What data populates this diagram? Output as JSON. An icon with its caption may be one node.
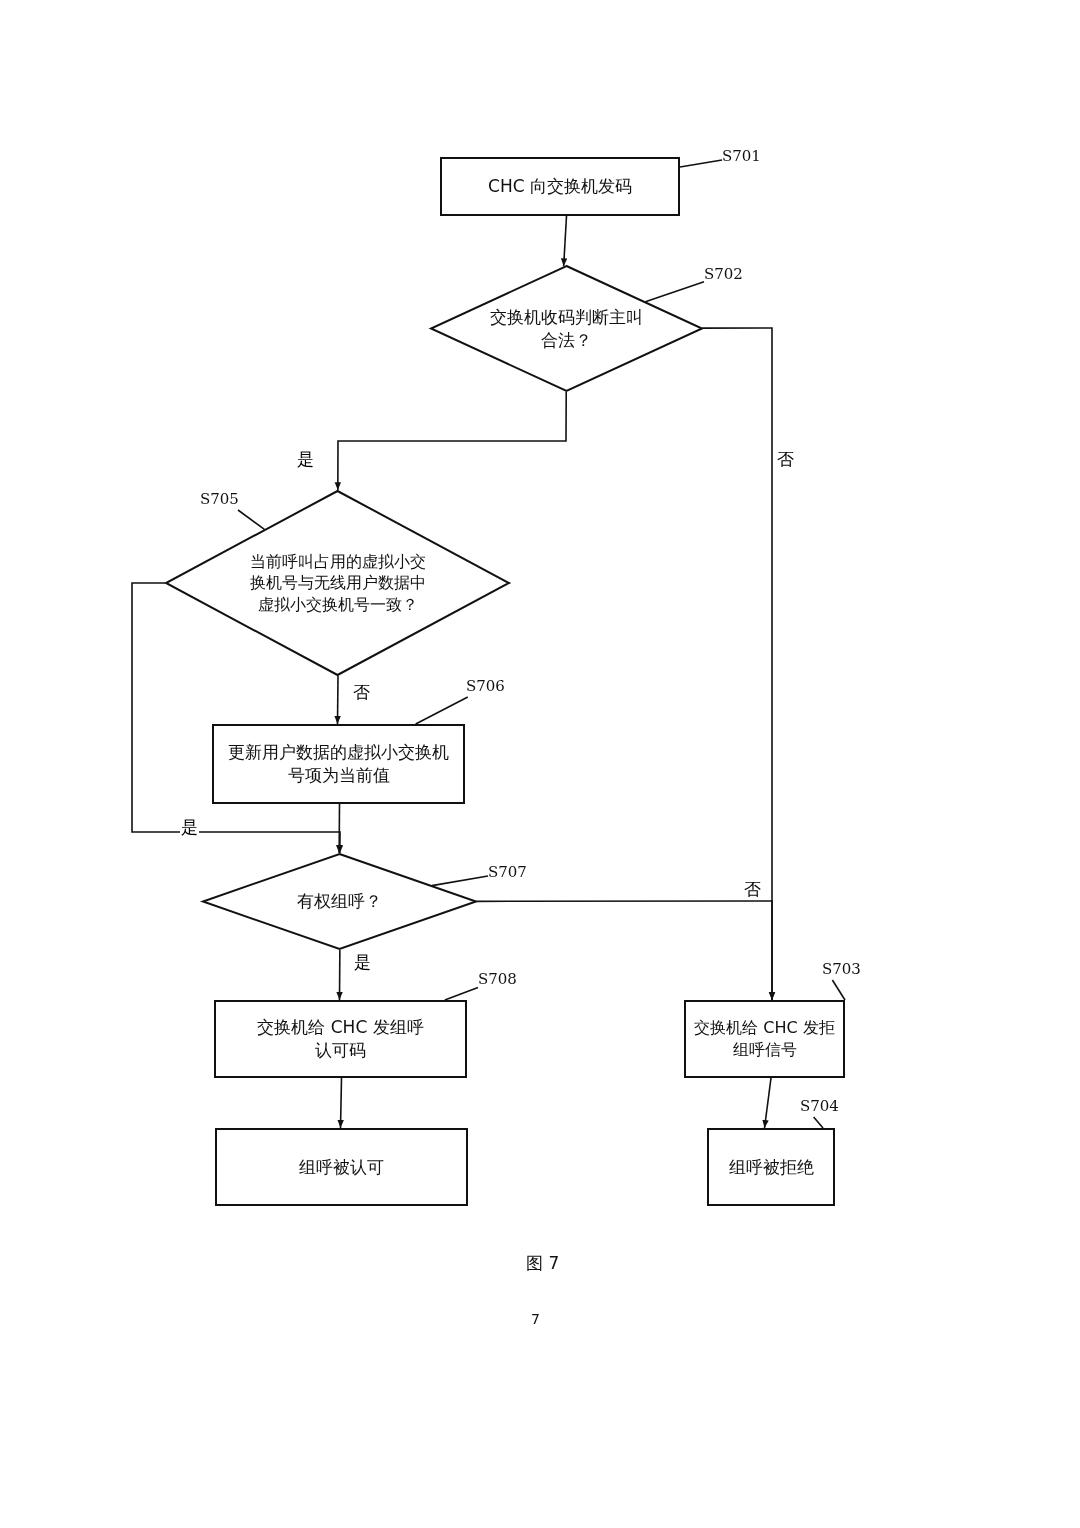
{
  "diagram": {
    "caption": "图 7",
    "nodes": [
      {
        "text": [
          "CHC 向交换机发码"
        ]
      },
      {
        "text": [
          "S701"
        ]
      },
      {
        "text": [
          "交换机收码判断主叫合法？"
        ]
      },
      {
        "text": [
          "S702"
        ]
      },
      {
        "text": [
          "当前呼叫占用的虚拟小交换机号与无线用户数据中虚拟小交换机号一致？"
        ]
      },
      {
        "text": [
          "S705"
        ]
      },
      {
        "text": [
          "更新用户数据的虚拟小交换机号项为当前值"
        ]
      },
      {
        "text": [
          "S706"
        ]
      },
      {
        "text": [
          "有权组呼？"
        ]
      },
      {
        "text": [
          "S707"
        ]
      },
      {
        "text": [
          "交换机给 CHC 发组呼认可码"
        ]
      },
      {
        "text": [
          "S708"
        ]
      },
      {
        "text": [
          "组呼被认可"
        ]
      },
      {
        "text": [
          "交换机给 CHC 发拒组呼信号"
        ]
      },
      {
        "text": [
          "S703"
        ]
      },
      {
        "text": [
          "组呼被拒绝"
        ]
      },
      {
        "text": [
          "S704"
        ]
      }
    ],
    "edges": [
      {
        "from": 0,
        "to": 2,
        "arrow": "to"
      },
      {
        "from": 2,
        "to": 4,
        "arrow": "to",
        "label": "是"
      },
      {
        "from": 2,
        "to": 13,
        "arrow": "to",
        "label": "否"
      },
      {
        "from": 4,
        "to": 6,
        "arrow": "to",
        "label": "否"
      },
      {
        "from": 4,
        "to": 8,
        "arrow": "to",
        "label": "是"
      },
      {
        "from": 6,
        "to": 8,
        "arrow": "to"
      },
      {
        "from": 8,
        "to": 13,
        "arrow": "to",
        "label": "否"
      },
      {
        "from": 8,
        "to": 10,
        "arrow": "to",
        "label": "是"
      },
      {
        "from": 10,
        "to": 12,
        "arrow": "to"
      },
      {
        "from": 13,
        "to": 15,
        "arrow": "to"
      },
      {
        "from": 1,
        "to": 0,
        "arrow": "none"
      },
      {
        "from": 3,
        "to": 2,
        "arrow": "none"
      },
      {
        "from": 5,
        "to": 4,
        "arrow": "none"
      },
      {
        "from": 7,
        "to": 6,
        "arrow": "none"
      },
      {
        "from": 9,
        "to": 8,
        "arrow": "none"
      },
      {
        "from": 11,
        "to": 10,
        "arrow": "none"
      },
      {
        "from": 14,
        "to": 13,
        "arrow": "none"
      },
      {
        "from": 16,
        "to": 15,
        "arrow": "none"
      }
    ],
    "labels": [
      "7"
    ]
  }
}
